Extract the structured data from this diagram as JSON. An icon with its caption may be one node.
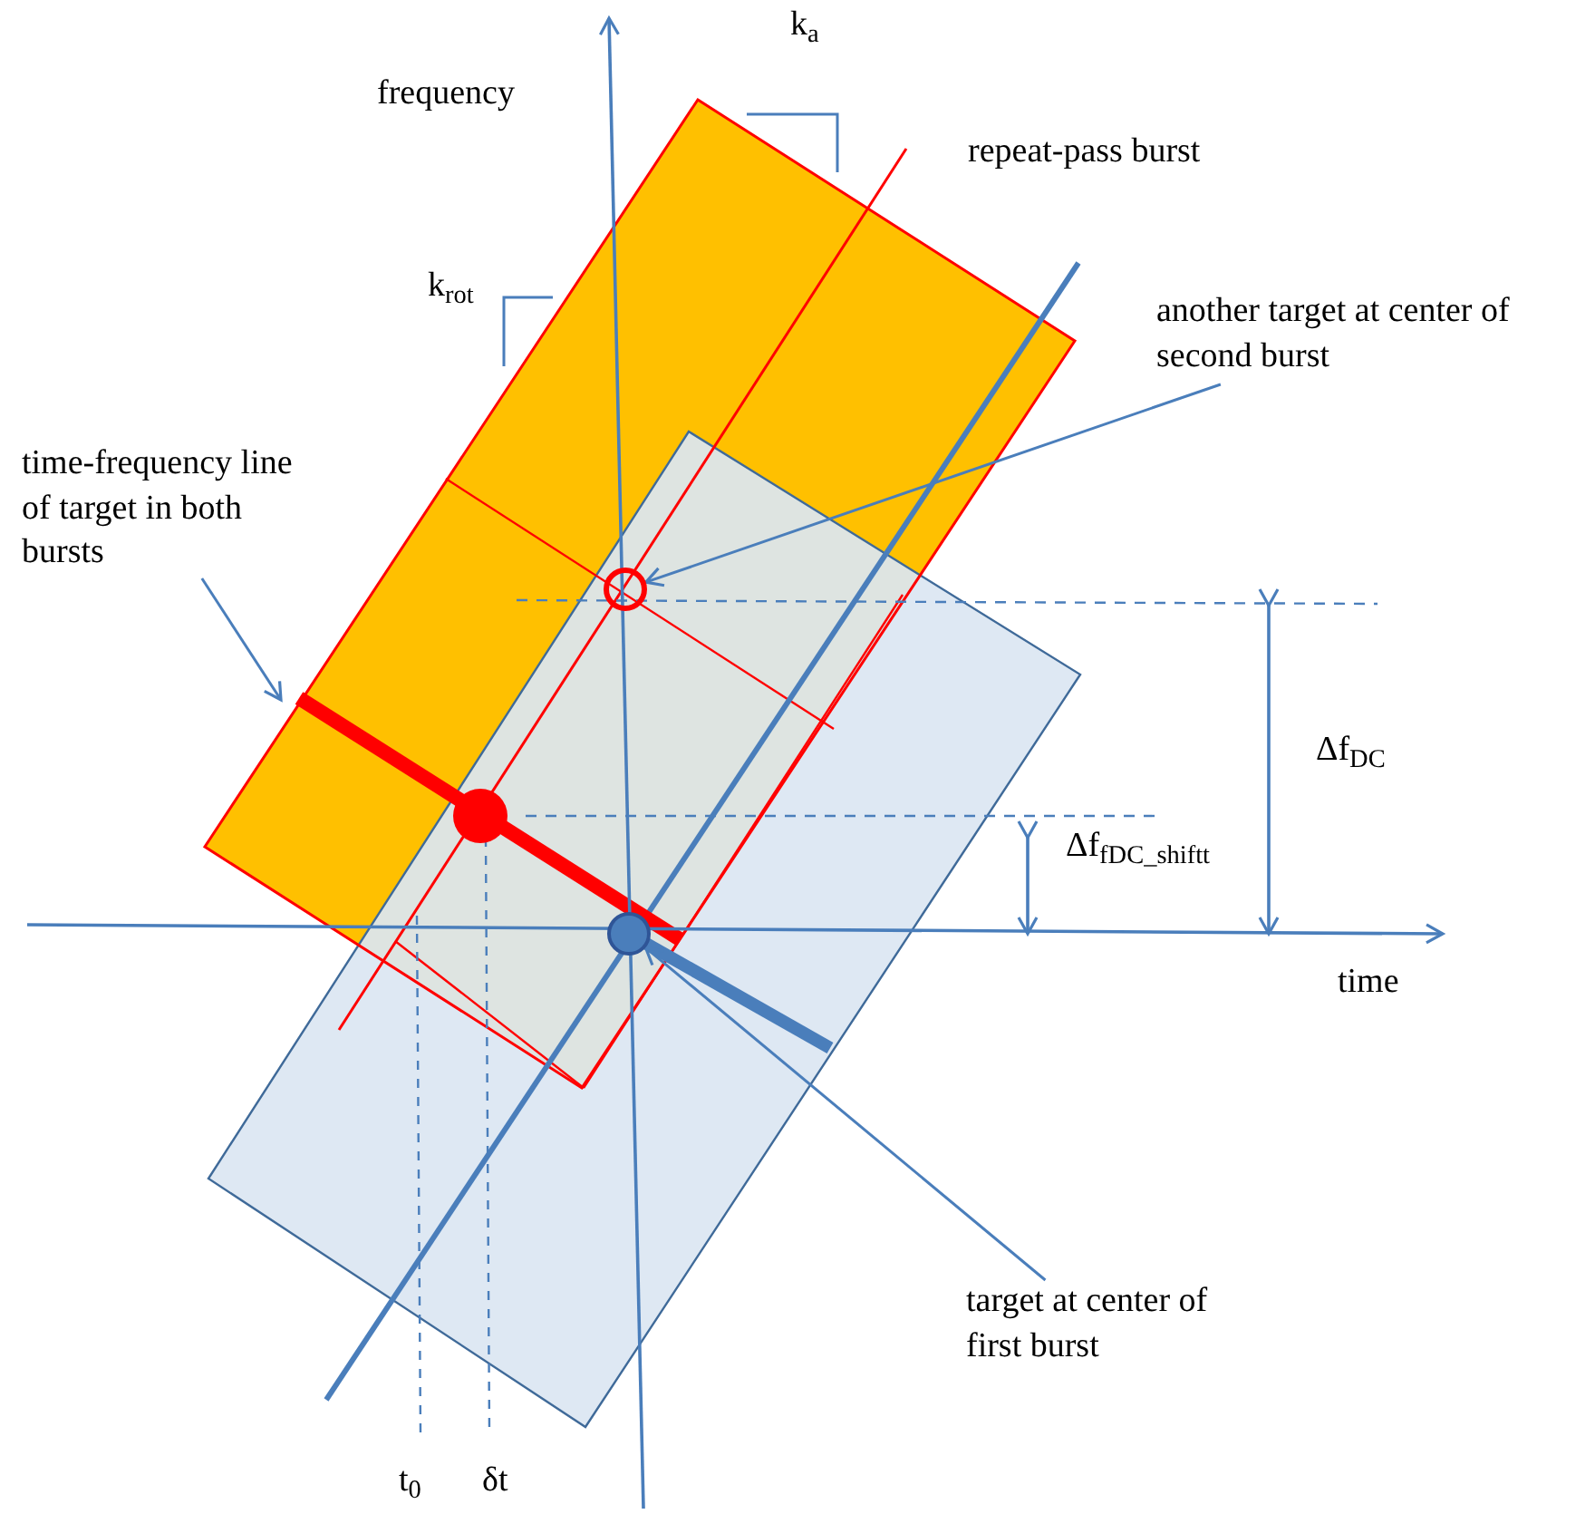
{
  "diagram": {
    "nodes": [
      {
        "text": [
          "time-frequency line of target in both bursts"
        ]
      },
      {
        "text": [
          "another target at center of second burst"
        ]
      },
      {
        "text": [],
        "shape": "circle"
      },
      {
        "text": [],
        "shape": "circle"
      },
      {
        "text": [
          "target at center of first burst"
        ]
      }
    ],
    "edges": [
      {
        "from": 0,
        "to": null,
        "arrow": "to"
      },
      {
        "from": 1,
        "to": 2,
        "arrow": "to"
      },
      {
        "from": 4,
        "to": 3,
        "arrow": "to"
      }
    ],
    "labels": [
      "frequency",
      "k$_{a}$",
      "repeat-pass burst",
      "k$_{rot}$",
      "Δf$_{DC}$",
      "Δf$_{fDC_shift}$$_{t}$",
      "time",
      "t$_{0}$",
      "δt"
    ]
  }
}
